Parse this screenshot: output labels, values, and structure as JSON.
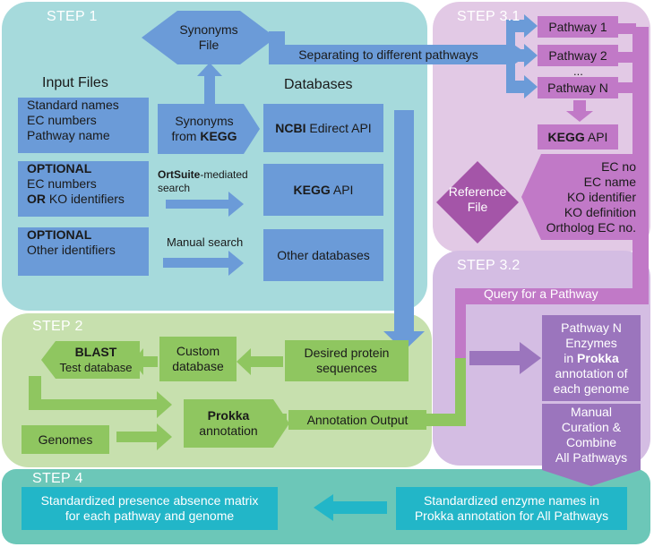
{
  "colors": {
    "step1_bg": "#a6dadc",
    "step31_bg": "#e2c9e5",
    "step32_bg": "#d4bde3",
    "step2_bg": "#c7e0ae",
    "step4_bg": "#6cc7b8",
    "blue_box": "#6b9bd8",
    "pink_box": "#c179c7",
    "purple_box": "#9b75bd",
    "green_box": "#8fc660",
    "teal_box": "#22b6c8"
  },
  "step1": {
    "title": "STEP 1",
    "synonyms_file": [
      "Synonyms",
      "File"
    ],
    "separating": "Separating to different pathways",
    "input_files_title": "Input Files",
    "databases_title": "Databases",
    "input1": [
      "Standard names",
      "EC numbers",
      "Pathway name"
    ],
    "input2": {
      "bold1": "OPTIONAL",
      "line2": "EC numbers",
      "bold3": "OR",
      "line3": " KO identifiers"
    },
    "input3": {
      "bold1": "OPTIONAL",
      "line2": "Other identifiers"
    },
    "synonyms_kegg": {
      "line1": "Synonyms",
      "line2": "from ",
      "bold2": "KEGG"
    },
    "ortsuite": {
      "bold": "OrtSuite",
      "rest": "-mediated",
      "line2": "search"
    },
    "manual_search": "Manual search",
    "db_ncbi": {
      "bold": "NCBI",
      "rest": " Edirect API"
    },
    "db_kegg": {
      "bold": "KEGG",
      "rest": " API"
    },
    "db_other": "Other databases"
  },
  "step31": {
    "title": "STEP 3.1",
    "pathways": [
      "Pathway 1",
      "Pathway 2",
      "...",
      "Pathway N"
    ],
    "kegg_api": {
      "bold": "KEGG",
      "rest": " API"
    },
    "reference_file": [
      "Reference",
      "File"
    ],
    "reference_fields": [
      "EC no",
      "EC name",
      "KO identifier",
      "KO definition",
      "Ortholog EC no."
    ]
  },
  "step32": {
    "title": "STEP 3.2",
    "query": "Query for a Pathway",
    "enzymes": {
      "line1": "Pathway N",
      "line2": "Enzymes",
      "line3a": "in ",
      "line3b": "Prokka",
      "line4": "annotation of",
      "line5": "each genome"
    },
    "curation": [
      "Manual",
      "Curation &",
      "Combine",
      "All Pathways"
    ]
  },
  "step2": {
    "title": "STEP 2",
    "blast": {
      "bold": "BLAST",
      "line2": "Test database"
    },
    "custom_db": [
      "Custom",
      "database"
    ],
    "desired": [
      "Desired protein",
      "sequences"
    ],
    "prokka": {
      "bold": "Prokka",
      "line2": "annotation"
    },
    "annotation_output": "Annotation Output",
    "genomes": "Genomes"
  },
  "step4": {
    "title": "STEP 4",
    "matrix": [
      "Standardized presence absence matrix",
      "for each pathway and genome"
    ],
    "standardized": [
      "Standardized enzyme names in",
      "Prokka annotation for All Pathways"
    ]
  }
}
